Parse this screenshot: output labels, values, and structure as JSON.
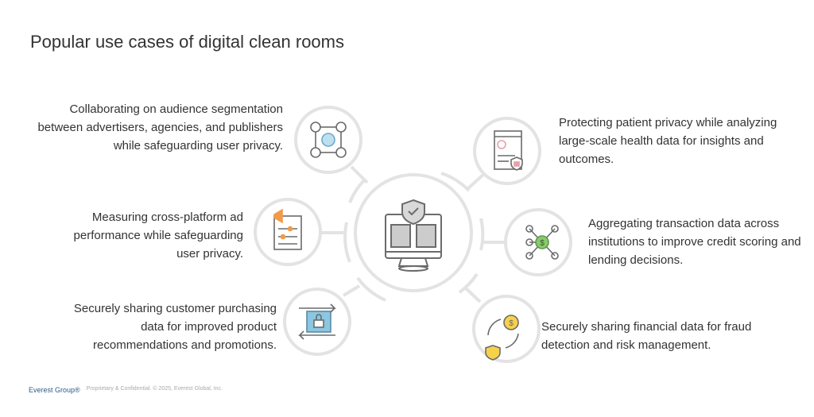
{
  "title": "Popular use cases of digital clean rooms",
  "left": [
    {
      "text": "Collaborating on audience segmentation between advertisers, agencies, and publishers while safeguarding user privacy.",
      "icon": "network-gear-icon"
    },
    {
      "text": "Measuring cross-platform ad performance while safeguarding user privacy.",
      "icon": "megaphone-checklist-icon"
    },
    {
      "text": "Securely sharing customer purchasing data for improved product recommendations and promotions.",
      "icon": "locked-folder-transfer-icon"
    }
  ],
  "right": [
    {
      "text": "Protecting patient privacy while analyzing large-scale health data for insights and outcomes.",
      "icon": "health-record-lock-icon"
    },
    {
      "text": "Aggregating transaction data across institutions to improve credit scoring and lending decisions.",
      "icon": "dollar-network-icon"
    },
    {
      "text": "Securely sharing financial data for fraud detection and risk management.",
      "icon": "shield-dollar-cycle-icon"
    }
  ],
  "center_icon": "secure-monitor-exchange-icon",
  "footer": {
    "logo": "Everest Group®",
    "legal": "Proprietary & Confidential. © 2025, Everest Global, Inc."
  },
  "colors": {
    "ring": "#e3e3e3",
    "icon": "#6b6b6b",
    "blue": "#8cc6e0",
    "orange": "#f29a4a",
    "green": "#8cc870",
    "yellow": "#f6d24a",
    "pink": "#e8a0a8"
  }
}
